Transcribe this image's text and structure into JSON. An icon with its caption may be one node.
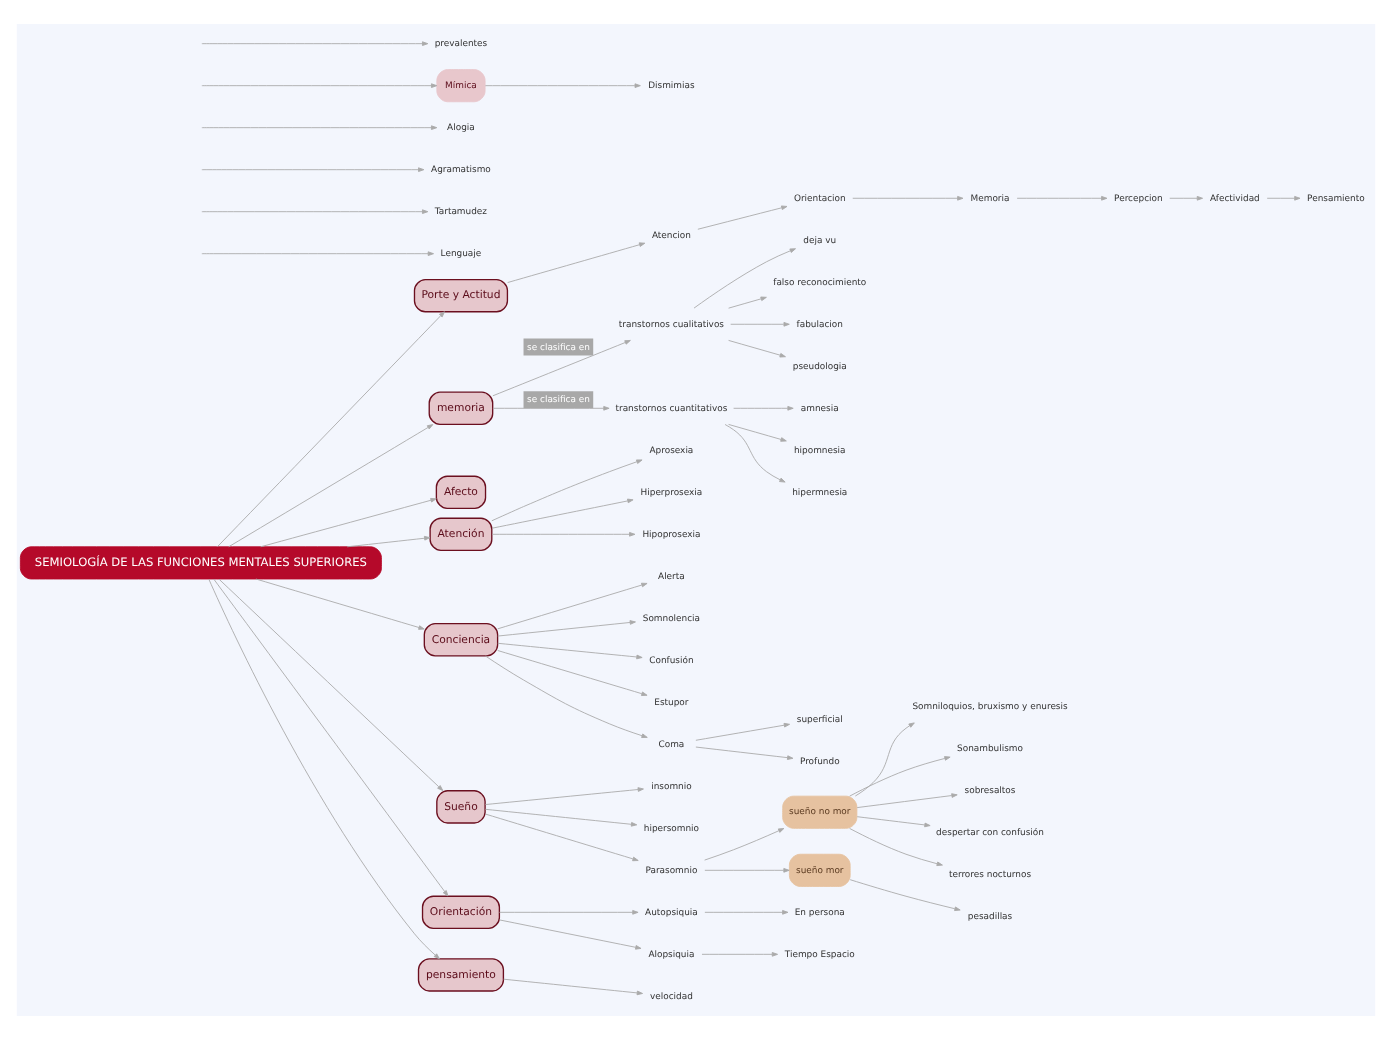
{
  "diagram": {
    "nodes": [
      {
        "text": [
          "SEMIOLOGÍA DE LAS FUNCIONES MENTALES SUPERIORES"
        ]
      },
      {
        "text": [
          "Porte y Actitud"
        ]
      },
      {
        "text": [
          "Atencion"
        ]
      },
      {
        "text": [
          "Orientacion"
        ]
      },
      {
        "text": [
          "Memoria"
        ]
      },
      {
        "text": [
          "Percepcion"
        ]
      },
      {
        "text": [
          "Afectividad"
        ]
      },
      {
        "text": [
          "Pensamiento"
        ]
      },
      {
        "text": [
          "Lenguaje"
        ]
      },
      {
        "text": [
          "Tartamudez"
        ]
      },
      {
        "text": [
          "Agramatismo"
        ]
      },
      {
        "text": [
          "Alogia"
        ]
      },
      {
        "text": [
          "memoria"
        ]
      },
      {
        "text": [
          "transtornos cualitativos"
        ]
      },
      {
        "text": [
          "deja vu"
        ]
      },
      {
        "text": [
          "falso reconocimiento"
        ]
      },
      {
        "text": [
          "fabulacion"
        ]
      },
      {
        "text": [
          "pseudologia"
        ]
      },
      {
        "text": [
          "transtornos cuantitativos"
        ]
      },
      {
        "text": [
          "amnesia"
        ]
      },
      {
        "text": [
          "hipomnesia"
        ]
      },
      {
        "text": [
          "hipermnesia"
        ]
      },
      {
        "text": [
          "Afecto"
        ]
      },
      {
        "text": [
          "Atención"
        ]
      },
      {
        "text": [
          "Aprosexia"
        ]
      },
      {
        "text": [
          "Hiperprosexia"
        ]
      },
      {
        "text": [
          "Hipoprosexia"
        ]
      },
      {
        "text": [
          "Conciencia"
        ]
      },
      {
        "text": [
          "Alerta"
        ]
      },
      {
        "text": [
          "Mímica"
        ]
      },
      {
        "text": [
          "Somnolencia"
        ]
      },
      {
        "text": [
          "Confusión"
        ]
      },
      {
        "text": [
          "Estupor"
        ]
      },
      {
        "text": [
          "Coma"
        ]
      },
      {
        "text": [
          "superficial"
        ]
      },
      {
        "text": [
          "Profundo"
        ]
      },
      {
        "text": [
          "Dismimias"
        ]
      },
      {
        "text": [
          "Sueño"
        ]
      },
      {
        "text": [
          "insomnio"
        ]
      },
      {
        "text": [
          "hipersomnio"
        ]
      },
      {
        "text": [
          "Parasomnio"
        ]
      },
      {
        "text": [
          "sueño no mor"
        ]
      },
      {
        "text": [
          "Somniloquios, bruxismo y enuresis"
        ]
      },
      {
        "text": [
          "Sonambulismo"
        ]
      },
      {
        "text": [
          "sobresaltos"
        ]
      },
      {
        "text": [
          "despertar con confusión"
        ]
      },
      {
        "text": [
          "terrores nocturnos"
        ]
      },
      {
        "text": [
          "sueño mor"
        ]
      },
      {
        "text": [
          "pesadillas"
        ]
      },
      {
        "text": [
          "Orientación"
        ]
      },
      {
        "text": [
          "Autopsiquia"
        ]
      },
      {
        "text": [
          "Alopsiquia"
        ]
      },
      {
        "text": [
          "En persona"
        ]
      },
      {
        "text": [
          "Tiempo Espacio"
        ]
      },
      {
        "text": [
          "pensamiento"
        ]
      },
      {
        "text": [
          "velocidad"
        ]
      },
      {
        "text": [
          "prevalentes"
        ]
      }
    ],
    "edges": [
      {
        "from": 0,
        "to": 1,
        "arrow": "to"
      },
      {
        "from": 1,
        "to": 2,
        "arrow": "to"
      },
      {
        "from": 2,
        "to": 3,
        "arrow": "to"
      },
      {
        "from": 3,
        "to": 4,
        "arrow": "to"
      },
      {
        "from": 4,
        "to": 5,
        "arrow": "to"
      },
      {
        "from": 5,
        "to": 6,
        "arrow": "to"
      },
      {
        "from": 6,
        "to": 7,
        "arrow": "to"
      },
      {
        "from": null,
        "to": 8,
        "arrow": "to"
      },
      {
        "from": null,
        "to": 9,
        "arrow": "to"
      },
      {
        "from": null,
        "to": 10,
        "arrow": "to"
      },
      {
        "from": null,
        "to": 11,
        "arrow": "to"
      },
      {
        "from": 0,
        "to": 12,
        "arrow": "to"
      },
      {
        "from": 12,
        "to": 13,
        "arrow": "to",
        "label": "se clasifica en"
      },
      {
        "from": 12,
        "to": 18,
        "arrow": "to",
        "label": "se clasifica en"
      },
      {
        "from": 13,
        "to": 14,
        "arrow": "to"
      },
      {
        "from": 13,
        "to": 15,
        "arrow": "to"
      },
      {
        "from": 13,
        "to": 16,
        "arrow": "to"
      },
      {
        "from": 13,
        "to": 17,
        "arrow": "to"
      },
      {
        "from": 18,
        "to": 19,
        "arrow": "to"
      },
      {
        "from": 18,
        "to": 20,
        "arrow": "to"
      },
      {
        "from": 18,
        "to": 21,
        "arrow": "to"
      },
      {
        "from": 0,
        "to": 22,
        "arrow": "to"
      },
      {
        "from": 0,
        "to": 23,
        "arrow": "to"
      },
      {
        "from": 23,
        "to": 24,
        "arrow": "to"
      },
      {
        "from": 23,
        "to": 25,
        "arrow": "to"
      },
      {
        "from": 23,
        "to": 26,
        "arrow": "to"
      },
      {
        "from": 0,
        "to": 27,
        "arrow": "to"
      },
      {
        "from": 27,
        "to": 28,
        "arrow": "to"
      },
      {
        "from": 27,
        "to": 30,
        "arrow": "to"
      },
      {
        "from": 27,
        "to": 31,
        "arrow": "to"
      },
      {
        "from": 27,
        "to": 32,
        "arrow": "to"
      },
      {
        "from": 27,
        "to": 33,
        "arrow": "to"
      },
      {
        "from": 33,
        "to": 34,
        "arrow": "to"
      },
      {
        "from": 33,
        "to": 35,
        "arrow": "to"
      },
      {
        "from": null,
        "to": 29,
        "arrow": "to"
      },
      {
        "from": 29,
        "to": 36,
        "arrow": "to"
      },
      {
        "from": 0,
        "to": 37,
        "arrow": "to"
      },
      {
        "from": 37,
        "to": 38,
        "arrow": "to"
      },
      {
        "from": 37,
        "to": 39,
        "arrow": "to"
      },
      {
        "from": 37,
        "to": 40,
        "arrow": "to"
      },
      {
        "from": 40,
        "to": 41,
        "arrow": "to"
      },
      {
        "from": 40,
        "to": 47,
        "arrow": "to"
      },
      {
        "from": 41,
        "to": 42,
        "arrow": "to"
      },
      {
        "from": 41,
        "to": 43,
        "arrow": "to"
      },
      {
        "from": 41,
        "to": 44,
        "arrow": "to"
      },
      {
        "from": 41,
        "to": 45,
        "arrow": "to"
      },
      {
        "from": 41,
        "to": 46,
        "arrow": "to"
      },
      {
        "from": 47,
        "to": 48,
        "arrow": "to"
      },
      {
        "from": 0,
        "to": 49,
        "arrow": "to"
      },
      {
        "from": 49,
        "to": 50,
        "arrow": "to"
      },
      {
        "from": 49,
        "to": 51,
        "arrow": "to"
      },
      {
        "from": 50,
        "to": 52,
        "arrow": "to"
      },
      {
        "from": 51,
        "to": 53,
        "arrow": "to"
      },
      {
        "from": 0,
        "to": 54,
        "arrow": "to"
      },
      {
        "from": 54,
        "to": 55,
        "arrow": "to"
      },
      {
        "from": null,
        "to": 56,
        "arrow": "to"
      }
    ]
  }
}
